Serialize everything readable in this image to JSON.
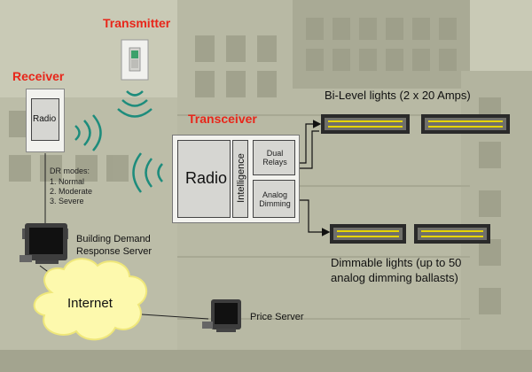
{
  "labels": {
    "transmitter": "Transmitter",
    "receiver": "Receiver",
    "transceiver": "Transceiver",
    "receiver_radio": "Radio",
    "transceiver_radio": "Radio",
    "intelligence": "Intelligence",
    "dual_relays": "Dual\nRelays",
    "analog_dimming": "Analog\nDimming",
    "dr_modes_title": "DR modes:",
    "dr_modes": [
      "1. Normal",
      "2. Moderate",
      "3. Severe"
    ],
    "bilevel": "Bi-Level lights (2 x 20 Amps)",
    "dimmable_line1": "Dimmable lights (up to 50",
    "dimmable_line2": "analog dimming ballasts)",
    "bdr_server_line1": "Building Demand",
    "bdr_server_line2": "Response Server",
    "internet": "Internet",
    "price_server": "Price Server"
  },
  "colors": {
    "accent_red": "#e8261a",
    "background": "#c9cab6",
    "lamp_yellow": "#e6d400"
  },
  "icons": {
    "transmitter": "wall-switch-icon",
    "server": "computer-monitor-icon",
    "cloud": "cloud-icon",
    "waves": "radio-waves-icon"
  }
}
